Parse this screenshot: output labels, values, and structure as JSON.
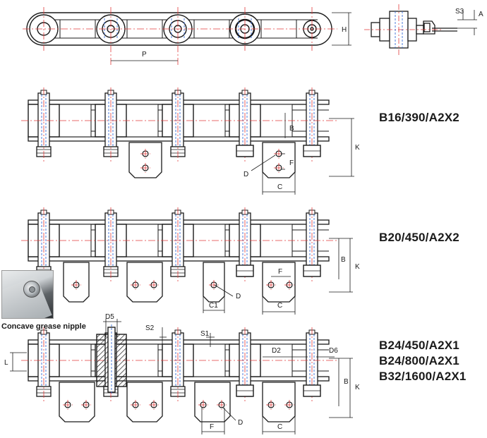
{
  "models": {
    "a2x2_single": "B16/390/A2X2",
    "a2x2_double": "B20/450/A2X2",
    "a2x1_line1": "B24/450/A2X1",
    "a2x1_line2": "B24/800/A2X1",
    "a2x1_line3": "B32/1600/A2X1"
  },
  "photo_caption": "Concave grease nipple",
  "dims": {
    "H": "H",
    "P": "P",
    "A": "A",
    "S3": "S3",
    "B": "B",
    "K": "K",
    "F": "F",
    "D": "D",
    "C": "C",
    "C1": "C1",
    "D5": "D5",
    "S2": "S2",
    "S1": "S1",
    "D2": "D2",
    "D6": "D6",
    "L": "L"
  },
  "colors": {
    "outline": "#1a1a1a",
    "centerline": "#e23b3b",
    "hidden": "#3a6fd8"
  }
}
